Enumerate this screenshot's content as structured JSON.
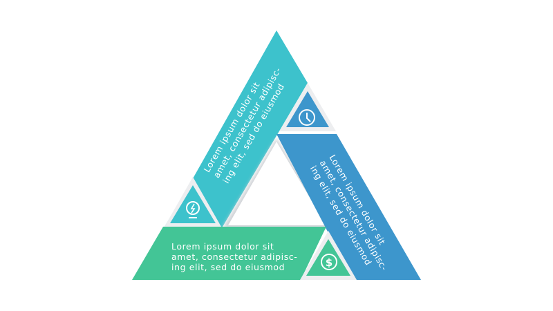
{
  "diagram": {
    "type": "triangle-cycle",
    "colors": {
      "left_segment": "#3DC2CC",
      "right_segment": "#3D96CC",
      "bottom_segment": "#43C596",
      "divider": "#EDEEF0",
      "text": "#FFFFFF"
    },
    "segments": [
      {
        "id": "left",
        "icon": "lightbulb-bolt-icon",
        "lines": [
          "Lorem ipsum dolor sit",
          "amet, consectetur adipisc-",
          "ing elit, sed do eiusmod"
        ]
      },
      {
        "id": "right",
        "icon": "clock-icon",
        "lines": [
          "Lorem ipsum dolor sit",
          "amet, consectetur adipisc-",
          "ing elit, sed do eiusmod"
        ]
      },
      {
        "id": "bottom",
        "icon": "dollar-icon",
        "lines": [
          "Lorem ipsum dolor sit",
          "amet, consectetur adipisc-",
          "ing elit, sed do eiusmod"
        ]
      }
    ]
  }
}
